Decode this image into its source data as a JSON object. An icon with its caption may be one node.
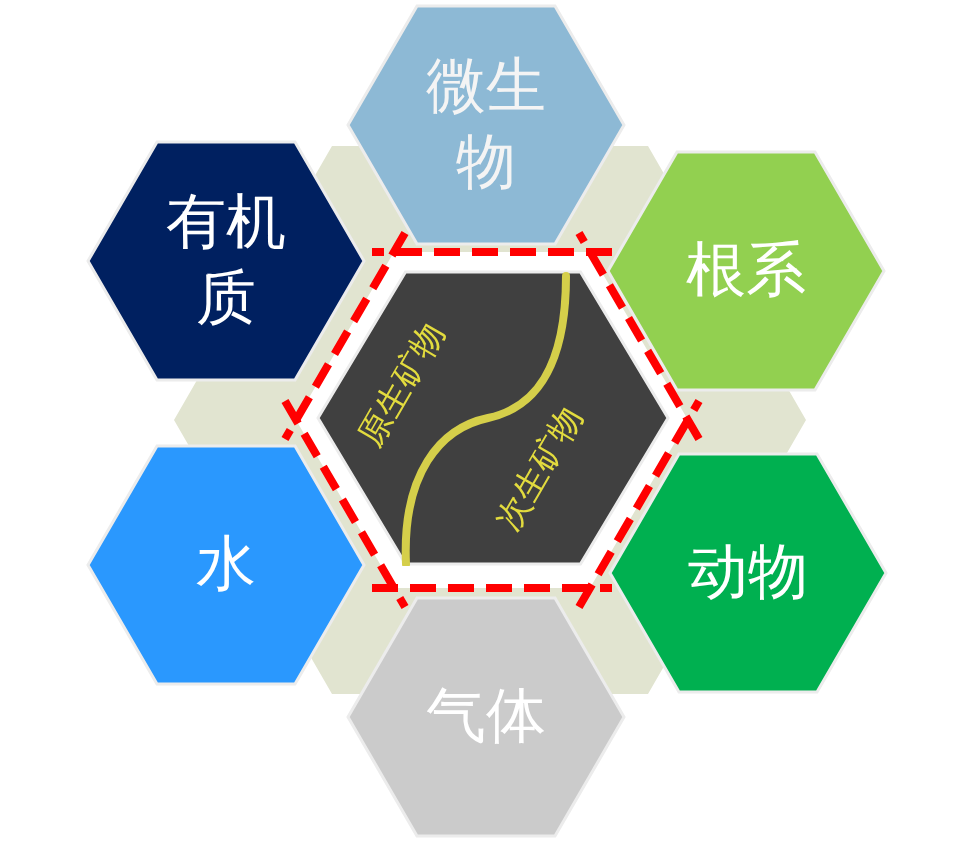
{
  "diagram": {
    "nodes": [
      {
        "text": [
          "微生物"
        ]
      },
      {
        "text": [
          "有机质"
        ]
      },
      {
        "text": [
          "根系"
        ]
      },
      {
        "text": [
          "原生矿物",
          "次生矿物"
        ]
      },
      {
        "text": [
          "水"
        ]
      },
      {
        "text": [
          "动物"
        ]
      },
      {
        "text": [
          "气体"
        ]
      }
    ]
  }
}
